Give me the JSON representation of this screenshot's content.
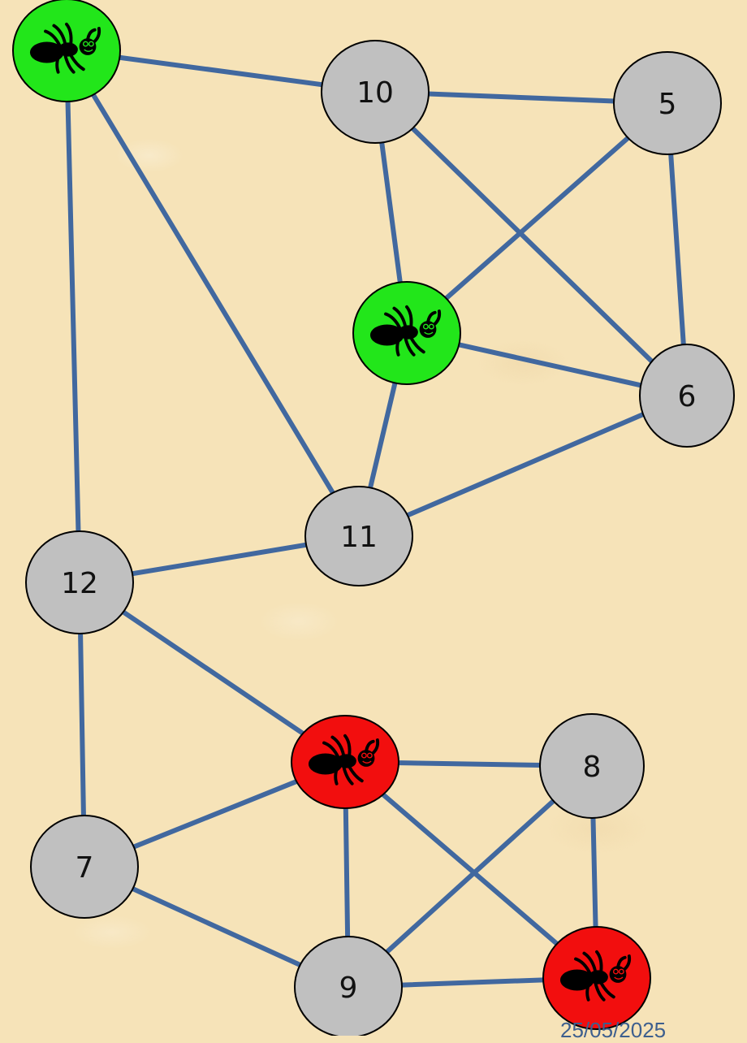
{
  "graph": {
    "colors": {
      "edge": "#41689f",
      "gray": "#c0c0c0",
      "green": "#22e61a",
      "red": "#f20e0e",
      "ant": "#000000"
    },
    "nodes": [
      {
        "id": "n-green-top",
        "label": "",
        "fill": "green",
        "icon": "ant-icon"
      },
      {
        "id": "n10",
        "label": "10",
        "fill": "gray"
      },
      {
        "id": "n5",
        "label": "5",
        "fill": "gray"
      },
      {
        "id": "n-green-mid",
        "label": "",
        "fill": "green",
        "icon": "ant-icon"
      },
      {
        "id": "n6",
        "label": "6",
        "fill": "gray"
      },
      {
        "id": "n11",
        "label": "11",
        "fill": "gray"
      },
      {
        "id": "n12",
        "label": "12",
        "fill": "gray"
      },
      {
        "id": "n-red-mid",
        "label": "",
        "fill": "red",
        "icon": "ant-icon"
      },
      {
        "id": "n8",
        "label": "8",
        "fill": "gray"
      },
      {
        "id": "n7",
        "label": "7",
        "fill": "gray"
      },
      {
        "id": "n9",
        "label": "9",
        "fill": "gray"
      },
      {
        "id": "n-red-bottom",
        "label": "",
        "fill": "red",
        "icon": "ant-icon"
      }
    ],
    "edges": [
      [
        "n-green-top",
        "n10"
      ],
      [
        "n-green-top",
        "n12"
      ],
      [
        "n-green-top",
        "n11"
      ],
      [
        "n10",
        "n5"
      ],
      [
        "n10",
        "n-green-mid"
      ],
      [
        "n10",
        "n6"
      ],
      [
        "n5",
        "n-green-mid"
      ],
      [
        "n5",
        "n6"
      ],
      [
        "n-green-mid",
        "n6"
      ],
      [
        "n-green-mid",
        "n11"
      ],
      [
        "n6",
        "n11"
      ],
      [
        "n11",
        "n12"
      ],
      [
        "n12",
        "n-red-mid"
      ],
      [
        "n12",
        "n7"
      ],
      [
        "n-red-mid",
        "n8"
      ],
      [
        "n-red-mid",
        "n7"
      ],
      [
        "n-red-mid",
        "n9"
      ],
      [
        "n-red-mid",
        "n-red-bottom"
      ],
      [
        "n8",
        "n9"
      ],
      [
        "n8",
        "n-red-bottom"
      ],
      [
        "n7",
        "n9"
      ],
      [
        "n9",
        "n-red-bottom"
      ]
    ]
  },
  "footer": {
    "date": "25/05/2025"
  }
}
